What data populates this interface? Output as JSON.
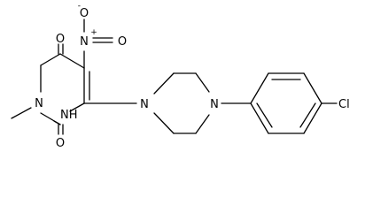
{
  "structure": {
    "atoms": {
      "nitro_o_minus": "O",
      "nitro_o_minus_charge": "-",
      "nitro_n": "N",
      "nitro_n_charge": "+",
      "nitro_o": "O",
      "c4_o": "O",
      "c2_o": "O",
      "n3": "N",
      "n1h": "NH",
      "pip_n1": "N",
      "pip_n4": "N",
      "cl": "Cl"
    },
    "colors": {
      "bond": "#000000",
      "label": "#000000",
      "background": "#ffffff"
    }
  }
}
